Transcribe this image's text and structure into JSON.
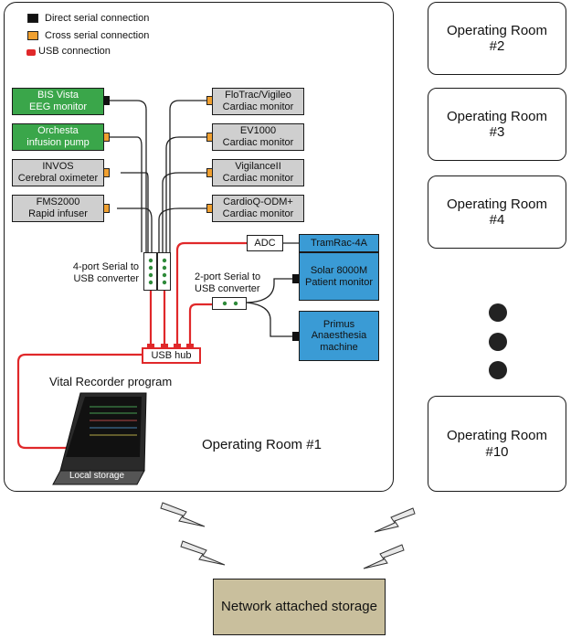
{
  "legend": [
    {
      "label": "Direct serial connection",
      "color": "#111111"
    },
    {
      "label": "Cross serial connection",
      "color": "#f0a030"
    },
    {
      "label": "USB connection",
      "color": "#e0282a"
    }
  ],
  "devices_left": [
    {
      "line1": "BIS Vista",
      "line2": "EEG monitor",
      "color": "#3aa64a"
    },
    {
      "line1": "Orchesta",
      "line2": "infusion pump",
      "color": "#3aa64a"
    },
    {
      "line1": "INVOS",
      "line2": "Cerebral oximeter",
      "color": "#cfcfcf"
    },
    {
      "line1": "FMS2000",
      "line2": "Rapid infuser",
      "color": "#cfcfcf"
    }
  ],
  "devices_right": [
    {
      "line1": "FloTrac/Vigileo",
      "line2": "Cardiac monitor"
    },
    {
      "line1": "EV1000",
      "line2": "Cardiac monitor"
    },
    {
      "line1": "VigilanceII",
      "line2": "Cardiac monitor"
    },
    {
      "line1": "CardioQ-ODM+",
      "line2": "Cardiac monitor"
    }
  ],
  "converters": {
    "four_port_line1": "4-port Serial to",
    "four_port_line2": "USB converter",
    "two_port_line1": "2-port Serial to",
    "two_port_line2": "USB converter"
  },
  "adc": "ADC",
  "tramrac": "TramRac-4A",
  "solar": {
    "line1": "Solar 8000M",
    "line2": "Patient monitor"
  },
  "primus": {
    "line1": "Primus",
    "line2": "Anaesthesia",
    "line3": "machine"
  },
  "usb_hub": "USB hub",
  "vital_recorder": "Vital Recorder program",
  "local_storage": "Local storage",
  "room1_label": "Operating Room #1",
  "rooms": [
    {
      "line1": "Operating Room",
      "line2": "#2"
    },
    {
      "line1": "Operating Room",
      "line2": "#3"
    },
    {
      "line1": "Operating Room",
      "line2": "#4"
    },
    {
      "line1": "Operating Room",
      "line2": "#10"
    }
  ],
  "nas": "Network attached storage",
  "colors": {
    "serial_port": "#f0a030",
    "direct_port": "#111111",
    "usb": "#e0282a",
    "blue_device": "#3a9bd5",
    "green_device": "#3aa64a",
    "gray_device": "#cfcfcf",
    "nas": "#c9bf9d"
  }
}
